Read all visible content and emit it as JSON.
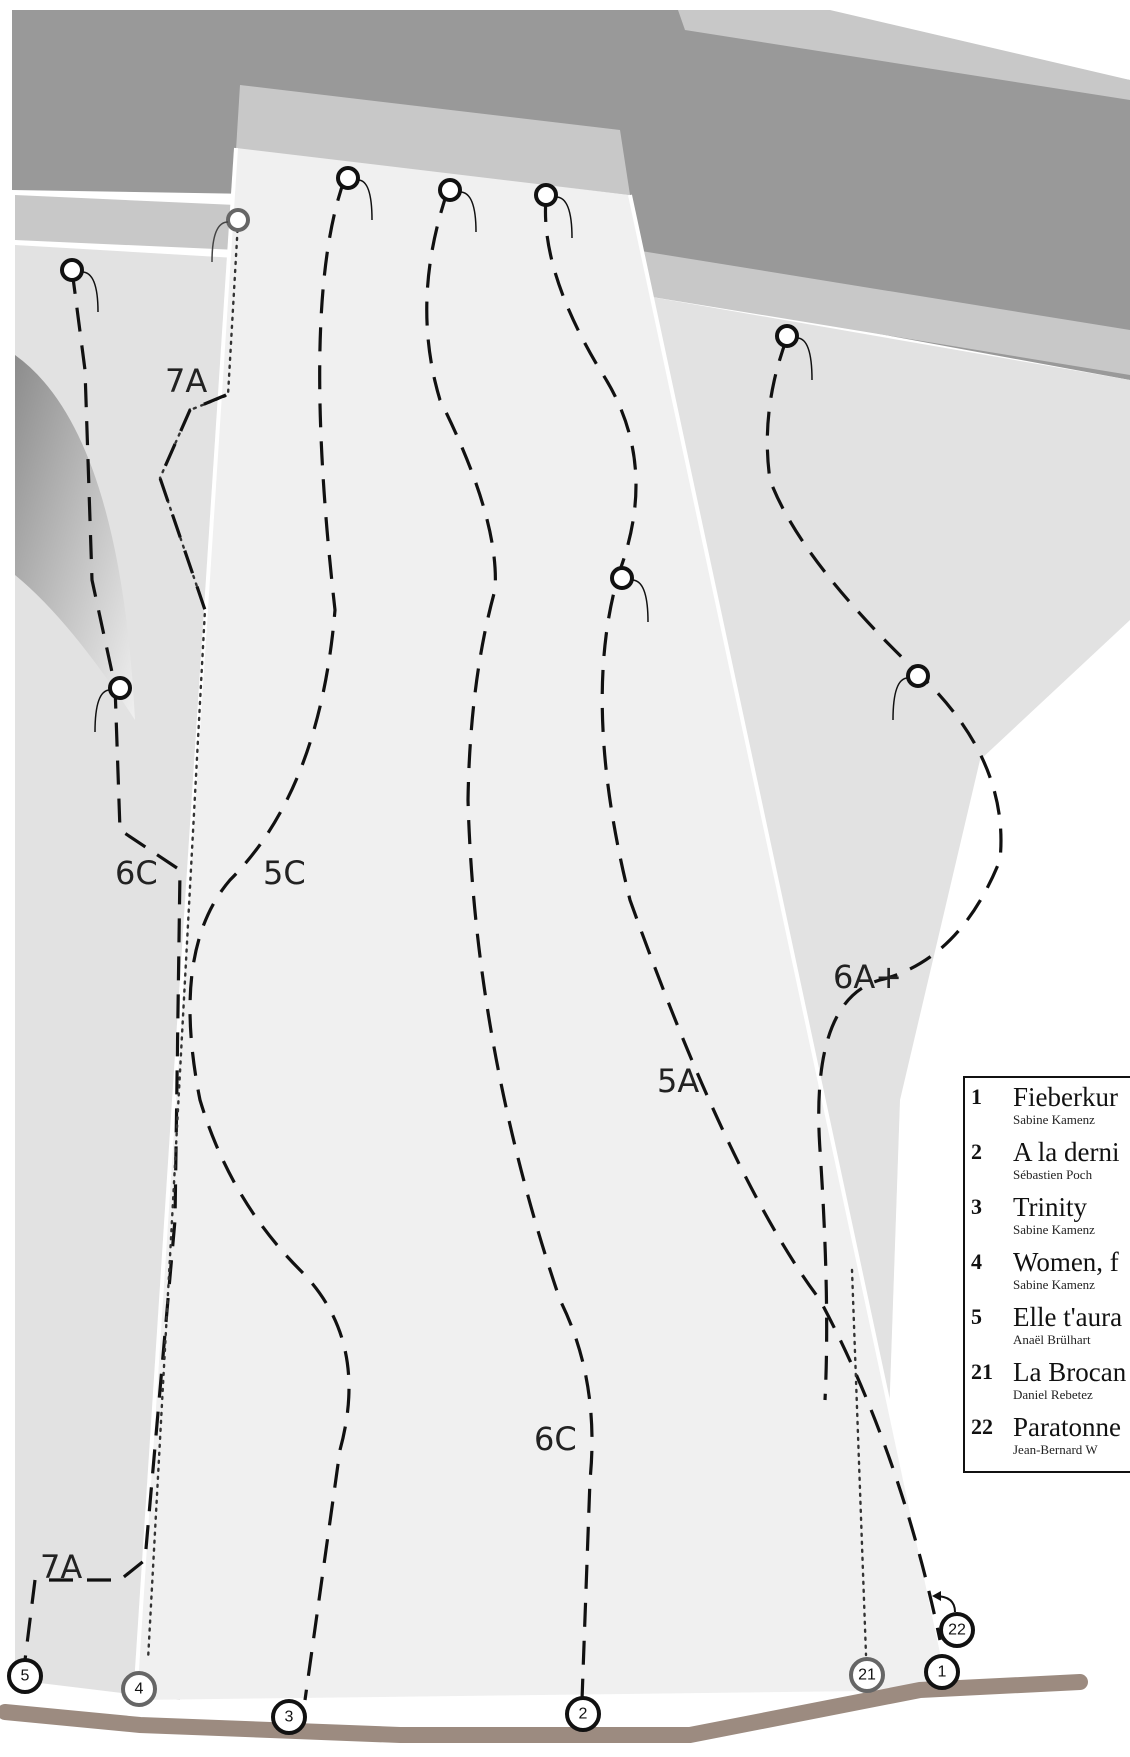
{
  "grades": {
    "g7a_top": "7A",
    "g6c_left": "6C",
    "g5c": "5C",
    "g5a": "5A",
    "g6a_plus": "6A+",
    "g6c_center": "6C",
    "g7a_bottom": "7A"
  },
  "route_numbers": {
    "r5": "5",
    "r4": "4",
    "r3": "3",
    "r2": "2",
    "r21": "21",
    "r1": "1",
    "r22": "22"
  },
  "legend": [
    {
      "num": "1",
      "name": "Fieberkur",
      "author": "Sabine Kamenz"
    },
    {
      "num": "2",
      "name": "A la derni",
      "author": "Sébastien Poch"
    },
    {
      "num": "3",
      "name": "Trinity",
      "author": "Sabine Kamenz"
    },
    {
      "num": "4",
      "name": "Women, f",
      "author": "Sabine Kamenz"
    },
    {
      "num": "5",
      "name": "Elle t'aura",
      "author": "Anaël Brülhart"
    },
    {
      "num": "21",
      "name": "La Brocan",
      "author": "Daniel Rebetez"
    },
    {
      "num": "22",
      "name": "Paratonne",
      "author": "Jean-Bernard W"
    }
  ]
}
